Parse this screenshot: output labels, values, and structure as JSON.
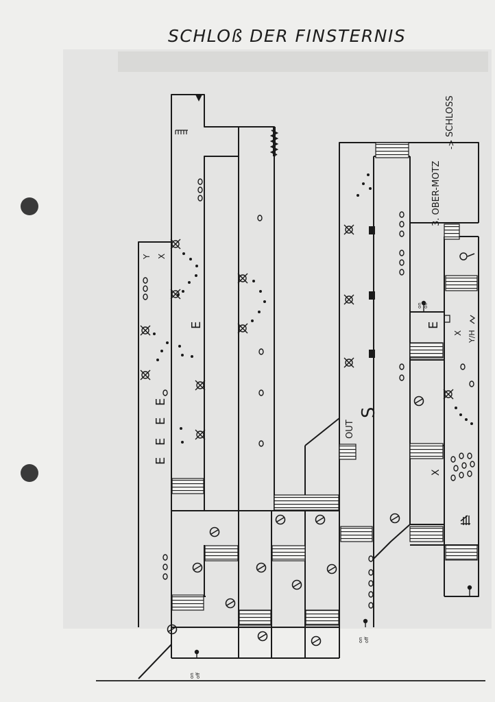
{
  "document": {
    "title": "SCHLOß DER FINSTERNIS",
    "labels": {
      "schloss": "SCHLOSS",
      "arrow": "->",
      "ober_motz": "3. OBER-MOTZ",
      "out": "OUT",
      "s": "S",
      "switch_on": "on",
      "switch_off": "off",
      "e": "E",
      "x": "X",
      "y": "Y",
      "yh": "Y/H"
    }
  }
}
